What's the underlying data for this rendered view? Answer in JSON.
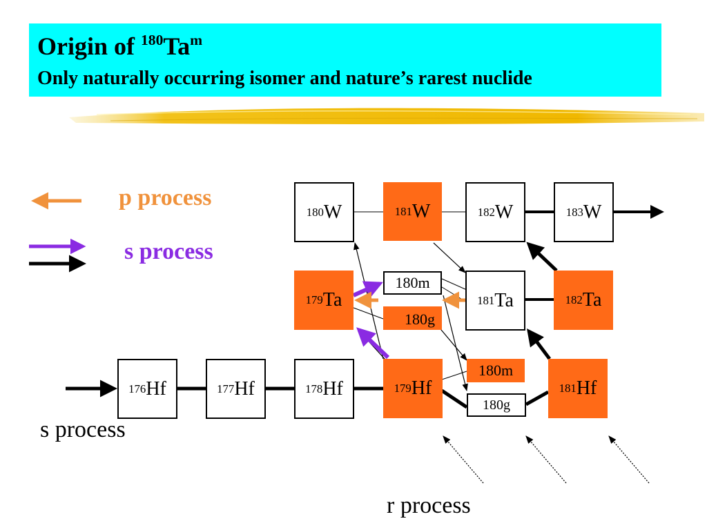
{
  "title": {
    "prefix": "Origin of ",
    "mass": "180",
    "element": "Ta",
    "isomer": "m",
    "subtitle": "Only naturally occurring isomer and nature’s rarest nuclide"
  },
  "legend": {
    "p_process": "p process",
    "s_process": "s process",
    "p_color": "#f0923c",
    "s_color": "#8a2be2"
  },
  "labels": {
    "s_process": "s process",
    "r_process": "r process"
  },
  "colors": {
    "highlight": "#ff6a17",
    "title_bg": "#00ffff"
  },
  "nuclides": {
    "w180": {
      "mass": "180",
      "sym": "W"
    },
    "w181": {
      "mass": "181",
      "sym": "W"
    },
    "w182": {
      "mass": "182",
      "sym": "W"
    },
    "w183": {
      "mass": "183",
      "sym": "W"
    },
    "ta179": {
      "mass": "179",
      "sym": "Ta"
    },
    "ta180m": {
      "text": "180m"
    },
    "ta180g": {
      "text": "180g"
    },
    "ta181": {
      "mass": "181",
      "sym": "Ta"
    },
    "ta182": {
      "mass": "182",
      "sym": "Ta"
    },
    "hf176": {
      "mass": "176",
      "sym": "Hf"
    },
    "hf177": {
      "mass": "177",
      "sym": "Hf"
    },
    "hf178": {
      "mass": "178",
      "sym": "Hf"
    },
    "hf179": {
      "mass": "179",
      "sym": "Hf"
    },
    "hf180m": {
      "text": "180m"
    },
    "hf180g": {
      "text": "180g"
    },
    "hf181": {
      "mass": "181",
      "sym": "Hf"
    }
  }
}
